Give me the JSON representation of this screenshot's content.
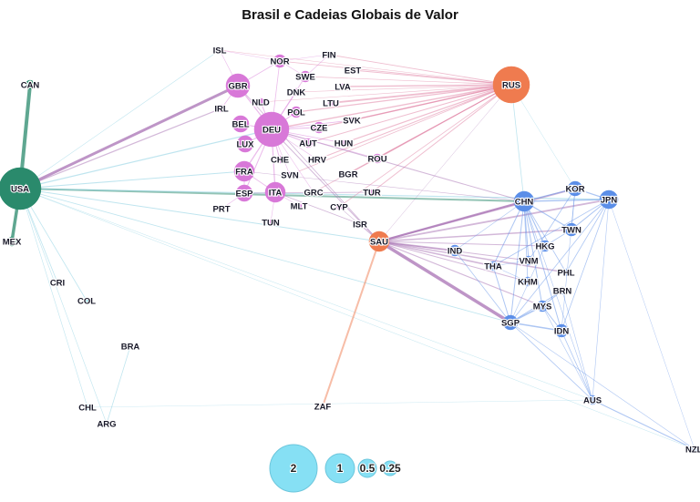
{
  "title": "Brasil e Cadeias Globais de Valor",
  "colors": {
    "americas": "#2a8a6c",
    "americas_small": "#6fd2e6",
    "europe": "#d878d8",
    "russia": "#ef7b4f",
    "asia": "#5b8ee8",
    "edge_europe": "#e07ba0",
    "edge_asia": "#a872b4",
    "edge_americas": "#7fcbe0",
    "legend_fill": "#86e0f4",
    "legend_stroke": "#6cc6dc"
  },
  "nodes": [
    {
      "id": "USA",
      "group": "americas"
    },
    {
      "id": "CAN",
      "group": "americas"
    },
    {
      "id": "MEX",
      "group": "americas"
    },
    {
      "id": "CRI",
      "group": "americas_small"
    },
    {
      "id": "COL",
      "group": "americas_small"
    },
    {
      "id": "BRA",
      "group": "americas_small"
    },
    {
      "id": "CHL",
      "group": "americas_small"
    },
    {
      "id": "ARG",
      "group": "americas_small"
    },
    {
      "id": "DEU",
      "group": "europe"
    },
    {
      "id": "GBR",
      "group": "europe"
    },
    {
      "id": "FRA",
      "group": "europe"
    },
    {
      "id": "ITA",
      "group": "europe"
    },
    {
      "id": "ESP",
      "group": "europe"
    },
    {
      "id": "NOR",
      "group": "europe"
    },
    {
      "id": "ISL",
      "group": "europe"
    },
    {
      "id": "FIN",
      "group": "europe"
    },
    {
      "id": "SWE",
      "group": "europe"
    },
    {
      "id": "EST",
      "group": "europe"
    },
    {
      "id": "DNK",
      "group": "europe"
    },
    {
      "id": "LVA",
      "group": "europe"
    },
    {
      "id": "NLD",
      "group": "europe"
    },
    {
      "id": "LTU",
      "group": "europe"
    },
    {
      "id": "IRL",
      "group": "europe"
    },
    {
      "id": "POL",
      "group": "europe"
    },
    {
      "id": "BEL",
      "group": "europe"
    },
    {
      "id": "CZE",
      "group": "europe"
    },
    {
      "id": "SVK",
      "group": "europe"
    },
    {
      "id": "LUX",
      "group": "europe"
    },
    {
      "id": "AUT",
      "group": "europe"
    },
    {
      "id": "HUN",
      "group": "europe"
    },
    {
      "id": "CHE",
      "group": "europe"
    },
    {
      "id": "HRV",
      "group": "europe"
    },
    {
      "id": "ROU",
      "group": "europe"
    },
    {
      "id": "SVN",
      "group": "europe"
    },
    {
      "id": "BGR",
      "group": "europe"
    },
    {
      "id": "GRC",
      "group": "europe"
    },
    {
      "id": "TUR",
      "group": "europe"
    },
    {
      "id": "PRT",
      "group": "europe"
    },
    {
      "id": "MLT",
      "group": "europe"
    },
    {
      "id": "CYP",
      "group": "europe"
    },
    {
      "id": "TUN",
      "group": "europe"
    },
    {
      "id": "ISR",
      "group": "europe"
    },
    {
      "id": "RUS",
      "group": "russia"
    },
    {
      "id": "SAU",
      "group": "russia"
    },
    {
      "id": "ZAF",
      "group": "russia"
    },
    {
      "id": "CHN",
      "group": "asia"
    },
    {
      "id": "KOR",
      "group": "asia"
    },
    {
      "id": "JPN",
      "group": "asia"
    },
    {
      "id": "TWN",
      "group": "asia"
    },
    {
      "id": "HKG",
      "group": "asia"
    },
    {
      "id": "IND",
      "group": "asia"
    },
    {
      "id": "VNM",
      "group": "asia"
    },
    {
      "id": "THA",
      "group": "asia"
    },
    {
      "id": "PHL",
      "group": "asia"
    },
    {
      "id": "KHM",
      "group": "asia"
    },
    {
      "id": "BRN",
      "group": "asia"
    },
    {
      "id": "MYS",
      "group": "asia"
    },
    {
      "id": "SGP",
      "group": "asia"
    },
    {
      "id": "IDN",
      "group": "asia"
    },
    {
      "id": "AUS",
      "group": "asia"
    },
    {
      "id": "NZL",
      "group": "asia"
    }
  ],
  "legend": [
    "2",
    "1",
    "0.5",
    "0.25"
  ]
}
